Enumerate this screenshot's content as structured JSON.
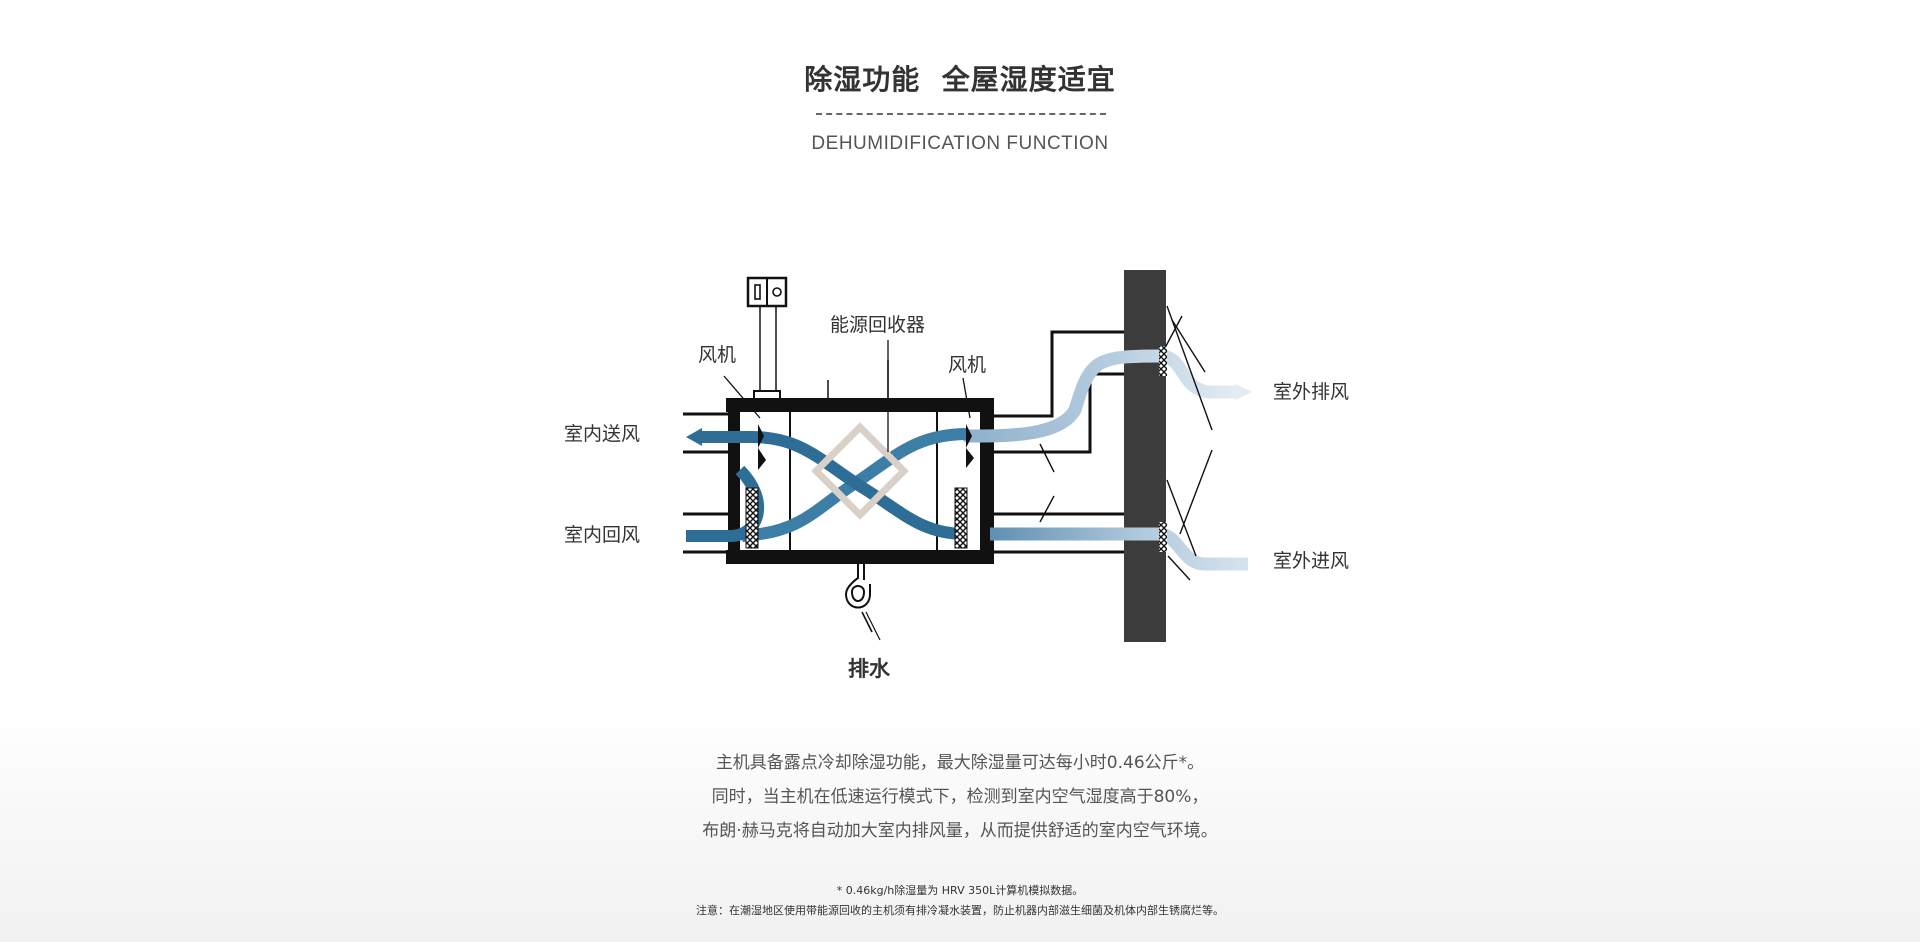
{
  "header": {
    "title": "除湿功能  全屋湿度适宜",
    "subtitle": "DEHUMIDIFICATION FUNCTION"
  },
  "diagram": {
    "labels": {
      "fan_left": "风机",
      "energy_recovery": "能源回收器",
      "fan_right": "风机",
      "indoor_supply": "室内送风",
      "indoor_return": "室内回风",
      "outdoor_exhaust": "室外排风",
      "outdoor_intake": "室外进风",
      "drain": "排水"
    },
    "colors": {
      "indoor_flow": "#2e6e96",
      "outdoor_flow": "#a9c3d8",
      "wall": "#3c3c3c",
      "core": "#d9d1c7"
    }
  },
  "description": {
    "line1": "主机具备露点冷却除湿功能，最大除湿量可达每小时0.46公斤*。",
    "line2": "同时，当主机在低速运行模式下，检测到室内空气湿度高于80%，",
    "line3": "布朗·赫马克将自动加大室内排风量，从而提供舒适的室内空气环境。"
  },
  "notes": {
    "footnote": "* 0.46kg/h除湿量为 HRV 350L计算机模拟数据。",
    "warning": "注意：在潮湿地区使用带能源回收的主机须有排冷凝水装置，防止机器内部滋生细菌及机体内部生锈腐烂等。"
  }
}
